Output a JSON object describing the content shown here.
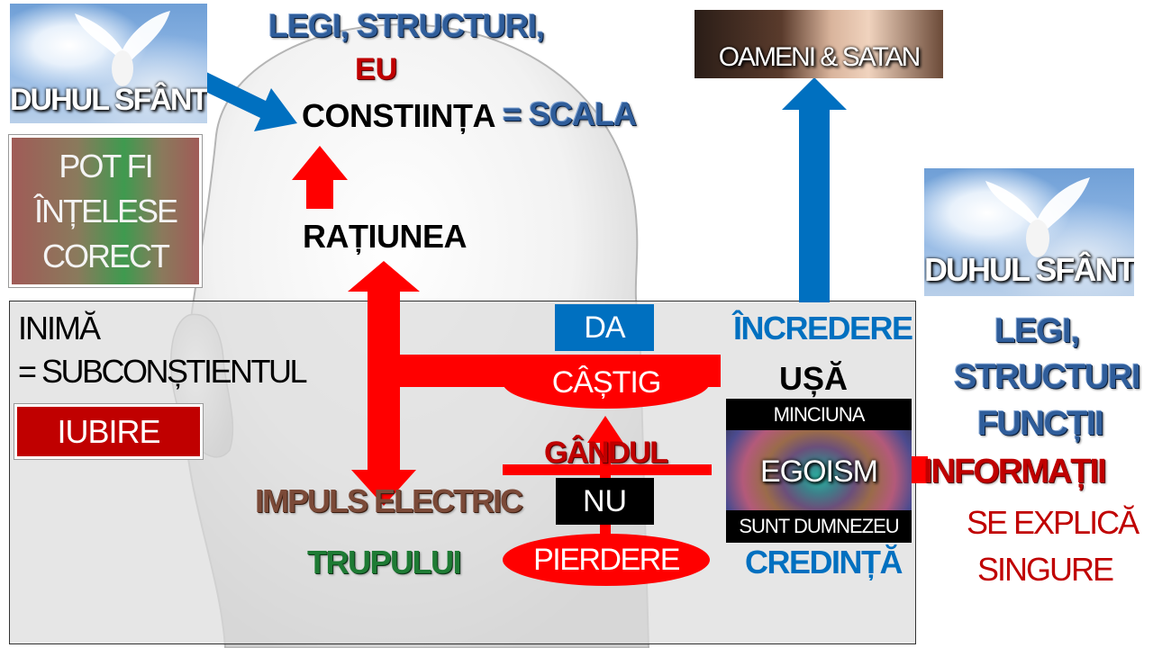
{
  "tiles": {
    "dove_left": {
      "label": "DUHUL SFÂNT"
    },
    "dove_right": {
      "label": "DUHUL SFÂNT"
    },
    "people": {
      "label": "OAMENI & SATAN"
    },
    "correct_box": {
      "line1": "POT FI",
      "line2": "ÎNȚELESE",
      "line3": "CORECT"
    }
  },
  "head": {
    "laws": "LEGI, STRUCTURI,",
    "eu": "EU",
    "conscience": "CONSTIINȚA",
    "scale": "= SCALA",
    "reason": "RAȚIUNEA"
  },
  "heart": {
    "title": "INIMĂ",
    "subtitle": "= SUBCONȘTIENTUL",
    "love": "IUBIRE"
  },
  "center": {
    "da": "DA",
    "gain": "CÂȘTIG",
    "thought": "GÂNDUL",
    "no": "NU",
    "loss": "PIERDERE",
    "impulse": "IMPULS ELECTRIC",
    "body": "TRUPULUI"
  },
  "door": {
    "trust": "ÎNCREDERE",
    "door": "UȘĂ",
    "lie": "MINCIUNA",
    "ego": "EGOISM",
    "iamgod": "SUNT DUMNEZEU",
    "faith": "CREDINȚĂ"
  },
  "right": {
    "laws": "LEGI,",
    "structures": "STRUCTURI",
    "functions": "FUNCȚII",
    "info": "INFORMAȚII",
    "explain1": "SE EXPLICĂ",
    "explain2": "SINGURE"
  },
  "colors": {
    "arrow_red": "#ff0000",
    "arrow_blue": "#0070c0",
    "text_blue": "#2f5d9a",
    "text_dark_red": "#c00000",
    "text_green": "#1e7b34",
    "text_brown": "#7b4a38"
  }
}
